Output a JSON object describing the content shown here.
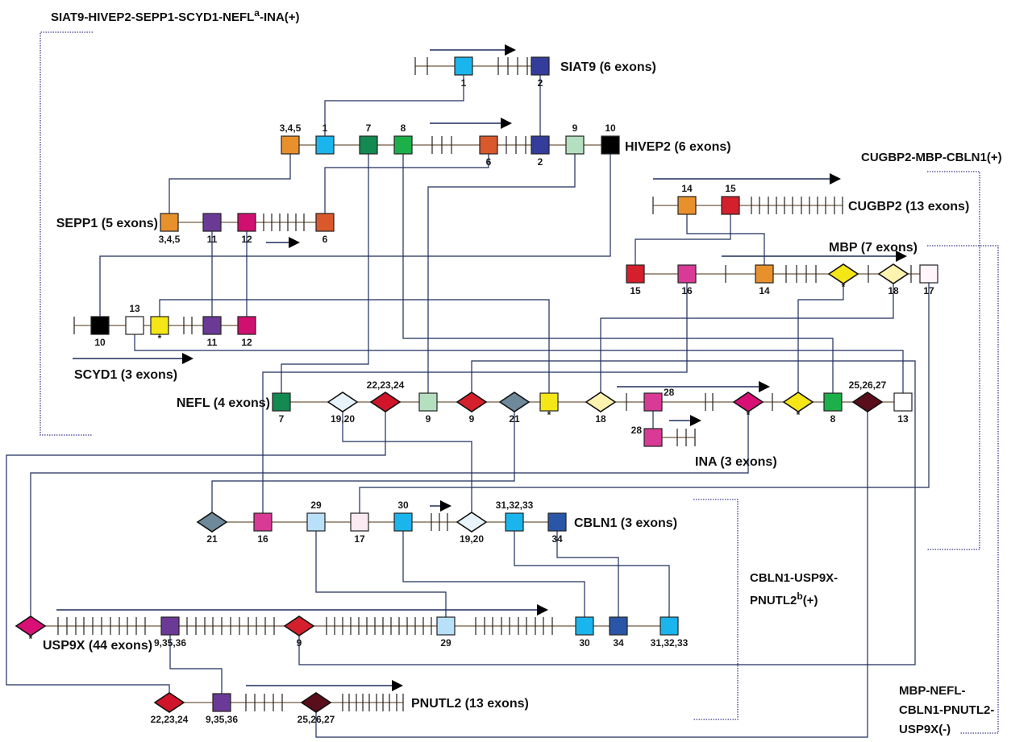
{
  "groups": [
    {
      "lines": [
        "SIAT9-HIVEP2-SEPP1-SCYD1-NEFL",
        "a",
        "-INA(+)"
      ]
    },
    {
      "lines": [
        "CUGBP2-MBP-CBLN1(+)"
      ]
    },
    {
      "lines": [
        "CBLN1-USP9X-",
        "PNUTL2",
        "b",
        "(+)"
      ]
    },
    {
      "lines": [
        "MBP-NEFL-",
        "CBLN1-PNUTL2-",
        "USP9X(-)"
      ]
    }
  ],
  "colors": {
    "connector": "#1f2d5c",
    "strand": "#8a6a3a",
    "bracket": "#3a3a8a"
  },
  "genes": [
    {
      "title": "SIAT9 (6 exons)",
      "exons": [
        {
          "label": "1",
          "shape": "square",
          "color": "#19b5ec"
        },
        {
          "label": "2",
          "shape": "square",
          "color": "#343c9c"
        }
      ]
    },
    {
      "title": "HIVEP2 (6 exons)",
      "exons": [
        {
          "label": "3,4,5",
          "shape": "square",
          "color": "#e8912c"
        },
        {
          "label": "1",
          "shape": "square",
          "color": "#19b5ec"
        },
        {
          "label": "7",
          "shape": "square",
          "color": "#138a50"
        },
        {
          "label": "8",
          "shape": "square",
          "color": "#1db04a"
        },
        {
          "label": "6",
          "shape": "square",
          "color": "#d9582c"
        },
        {
          "label": "2",
          "shape": "square",
          "color": "#343c9c"
        },
        {
          "label": "9",
          "shape": "square",
          "color": "#b5e0c0"
        },
        {
          "label": "10",
          "shape": "square",
          "color": "#000000"
        }
      ]
    },
    {
      "title": "SEPP1 (5 exons)",
      "exons": [
        {
          "label": "3,4,5",
          "shape": "square",
          "color": "#e8912c"
        },
        {
          "label": "11",
          "shape": "square",
          "color": "#6b3a96"
        },
        {
          "label": "12",
          "shape": "square",
          "color": "#d01070"
        },
        {
          "label": "6",
          "shape": "square",
          "color": "#d9582c"
        }
      ]
    },
    {
      "title": "SCYD1 (3 exons)",
      "exons": [
        {
          "label": "10",
          "shape": "square",
          "color": "#000000"
        },
        {
          "label": "13",
          "shape": "square",
          "color": "#ffffff"
        },
        {
          "label": "*",
          "shape": "square",
          "color": "#f5e617"
        },
        {
          "label": "11",
          "shape": "square",
          "color": "#6b3a96"
        },
        {
          "label": "12",
          "shape": "square",
          "color": "#d01070"
        }
      ]
    },
    {
      "title": "CUGBP2 (13 exons)",
      "exons": [
        {
          "label": "14",
          "shape": "square",
          "color": "#e8912c"
        },
        {
          "label": "15",
          "shape": "square",
          "color": "#d4202c"
        }
      ]
    },
    {
      "title": "MBP (7 exons)",
      "exons": [
        {
          "label": "15",
          "shape": "square",
          "color": "#d4202c"
        },
        {
          "label": "16",
          "shape": "square",
          "color": "#d83a96"
        },
        {
          "label": "14",
          "shape": "square",
          "color": "#e8912c"
        },
        {
          "label": "*",
          "shape": "diamond",
          "color": "#f5e617"
        },
        {
          "label": "18",
          "shape": "diamond",
          "color": "#fff3b0"
        },
        {
          "label": "17",
          "shape": "square",
          "color": "#fff5fa"
        }
      ]
    },
    {
      "title": "NEFL (4 exons)",
      "exons": [
        {
          "label": "7",
          "shape": "square",
          "color": "#138a50"
        },
        {
          "label": "19,20",
          "shape": "diamond",
          "color": "#e8f4fb"
        },
        {
          "label": "22,23,24",
          "shape": "diamond",
          "color": "#d0142a"
        },
        {
          "label": "9",
          "shape": "square",
          "color": "#b5e0c0"
        },
        {
          "label": "9",
          "shape": "diamond",
          "color": "#d4202c"
        },
        {
          "label": "21",
          "shape": "diamond",
          "color": "#6e8a9a"
        },
        {
          "label": "*",
          "shape": "square",
          "color": "#f5e617"
        },
        {
          "label": "18",
          "shape": "diamond",
          "color": "#fff3b0"
        },
        {
          "label": "28",
          "shape": "square",
          "color": "#d83a96"
        },
        {
          "label": "*",
          "shape": "diamond",
          "color": "#d81075"
        },
        {
          "label": "*",
          "shape": "diamond",
          "color": "#f5e617"
        },
        {
          "label": "8",
          "shape": "square",
          "color": "#1db04a"
        },
        {
          "label": "25,26,27",
          "shape": "diamond",
          "color": "#5a0d1a"
        },
        {
          "label": "13",
          "shape": "square",
          "color": "#ffffff"
        }
      ]
    },
    {
      "title": "INA (3 exons)",
      "exons": [
        {
          "label": "28",
          "shape": "square",
          "color": "#d83a96"
        }
      ]
    },
    {
      "title": "CBLN1 (3 exons)",
      "exons": [
        {
          "label": "21",
          "shape": "diamond",
          "color": "#6e8a9a"
        },
        {
          "label": "16",
          "shape": "square",
          "color": "#d83a96"
        },
        {
          "label": "29",
          "shape": "square",
          "color": "#b8e0f8"
        },
        {
          "label": "17",
          "shape": "square",
          "color": "#fbeaf2"
        },
        {
          "label": "30",
          "shape": "square",
          "color": "#19b5ec"
        },
        {
          "label": "19,20",
          "shape": "diamond",
          "color": "#e8f4fb"
        },
        {
          "label": "31,32,33",
          "shape": "square",
          "color": "#19b5ec"
        },
        {
          "label": "34",
          "shape": "square",
          "color": "#2a56a8"
        }
      ]
    },
    {
      "title": "USP9X (44 exons)",
      "exons": [
        {
          "label": "*",
          "shape": "diamond",
          "color": "#d81075"
        },
        {
          "label": "9,35,36",
          "shape": "square",
          "color": "#6b3a96"
        },
        {
          "label": "9",
          "shape": "diamond",
          "color": "#d4202c"
        },
        {
          "label": "29",
          "shape": "square",
          "color": "#b8e0f8"
        },
        {
          "label": "30",
          "shape": "square",
          "color": "#19b5ec"
        },
        {
          "label": "34",
          "shape": "square",
          "color": "#2a56a8"
        },
        {
          "label": "31,32,33",
          "shape": "square",
          "color": "#19b5ec"
        }
      ]
    },
    {
      "title": "PNUTL2 (13 exons)",
      "exons": [
        {
          "label": "22,23,24",
          "shape": "diamond",
          "color": "#d0142a"
        },
        {
          "label": "9,35,36",
          "shape": "square",
          "color": "#6b3a96"
        },
        {
          "label": "25,26,27",
          "shape": "diamond",
          "color": "#5a0d1a"
        }
      ]
    }
  ]
}
